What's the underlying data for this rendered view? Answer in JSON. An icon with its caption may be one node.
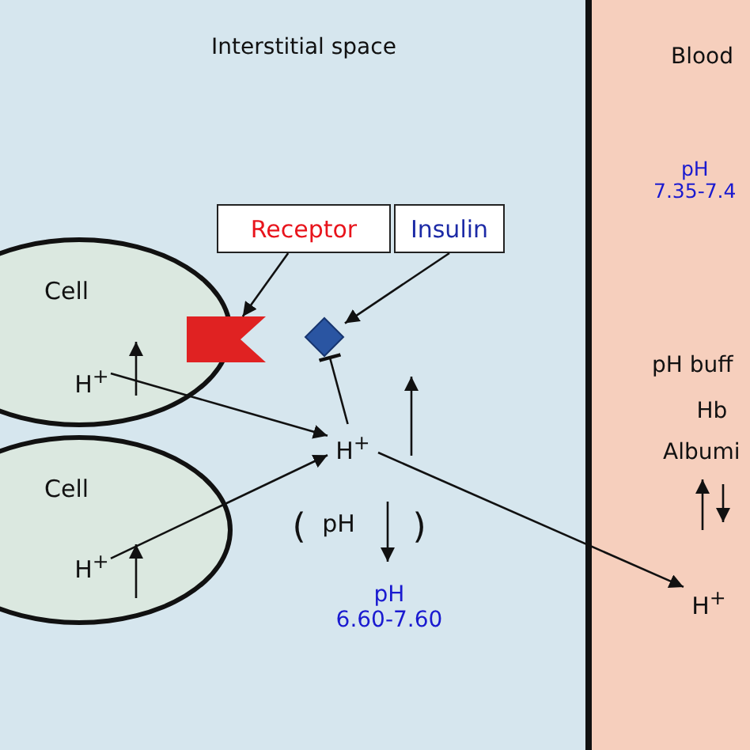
{
  "diagram": {
    "nodes": [
      {
        "text": [
          "Cell"
        ]
      },
      {
        "text": [
          "H$^{+}$"
        ],
        "in": 0
      },
      {
        "text": [
          "Cell"
        ]
      },
      {
        "text": [
          "H$^{+}$"
        ],
        "in": 2
      },
      {
        "text": [
          "Receptor"
        ]
      },
      {
        "text": [
          "Insulin"
        ]
      },
      {
        "text": [],
        "shape": "flag"
      },
      {
        "text": [],
        "shape": "diamond"
      },
      {
        "text": [
          "H$^{+}$"
        ]
      },
      {
        "text": [
          "H$^{+}$"
        ]
      }
    ],
    "edges": [
      {
        "from": 4,
        "to": 6,
        "arrow": "to"
      },
      {
        "from": 5,
        "to": 7,
        "arrow": "to"
      },
      {
        "from": 1,
        "to": 8,
        "arrow": "to"
      },
      {
        "from": 3,
        "to": 8,
        "arrow": "to"
      },
      {
        "from": 8,
        "to": 7,
        "arrow": "other"
      },
      {
        "from": 8,
        "to": 9,
        "arrow": "to"
      }
    ],
    "labels": [
      "Interstitial space",
      "Blood",
      "pH 7.35-7.4",
      "pH buff",
      "Hb",
      "Albumi",
      "(",
      "pH",
      ")",
      "pH 6.60-7.60"
    ]
  }
}
